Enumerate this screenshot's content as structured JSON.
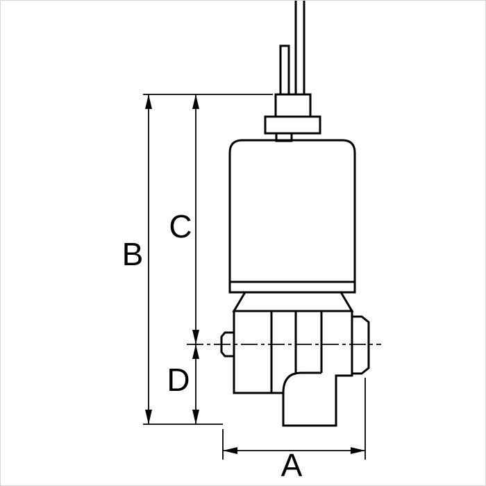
{
  "drawing": {
    "type": "technical-dimension-drawing",
    "subject": "solenoid-valve-side-view",
    "labels": {
      "a": "A",
      "b": "B",
      "c": "C",
      "d": "D"
    }
  },
  "colors": {
    "line": "#000000",
    "background": "#ffffff",
    "frame_border": "#d4d4d4"
  }
}
